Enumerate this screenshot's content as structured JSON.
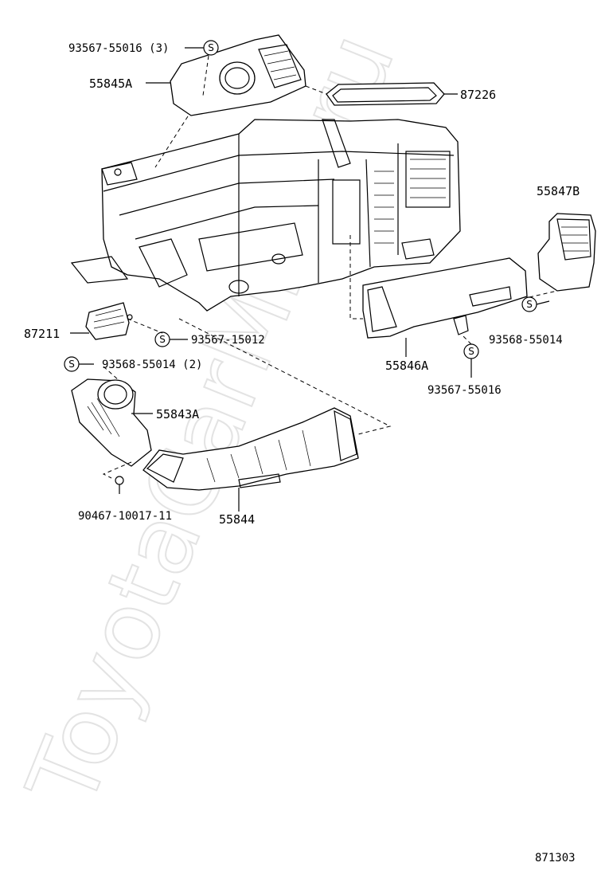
{
  "watermark": "ToyotaCarMine.ru",
  "diagram_code": "871303",
  "symbol_letter": "S",
  "labels": {
    "p93567_55016_3": "93567-55016 (3)",
    "p55845A": "55845A",
    "p87226": "87226",
    "p55847B": "55847B",
    "p87211": "87211",
    "p93567_15012": "93567-15012",
    "p93568_55014": "93568-55014",
    "p55846A": "55846A",
    "p93567_55016": "93567-55016",
    "p93568_55014_2": "93568-55014 (2)",
    "p55843A": "55843A",
    "p90467_10017_11": "90467-10017-11",
    "p55844": "55844"
  }
}
